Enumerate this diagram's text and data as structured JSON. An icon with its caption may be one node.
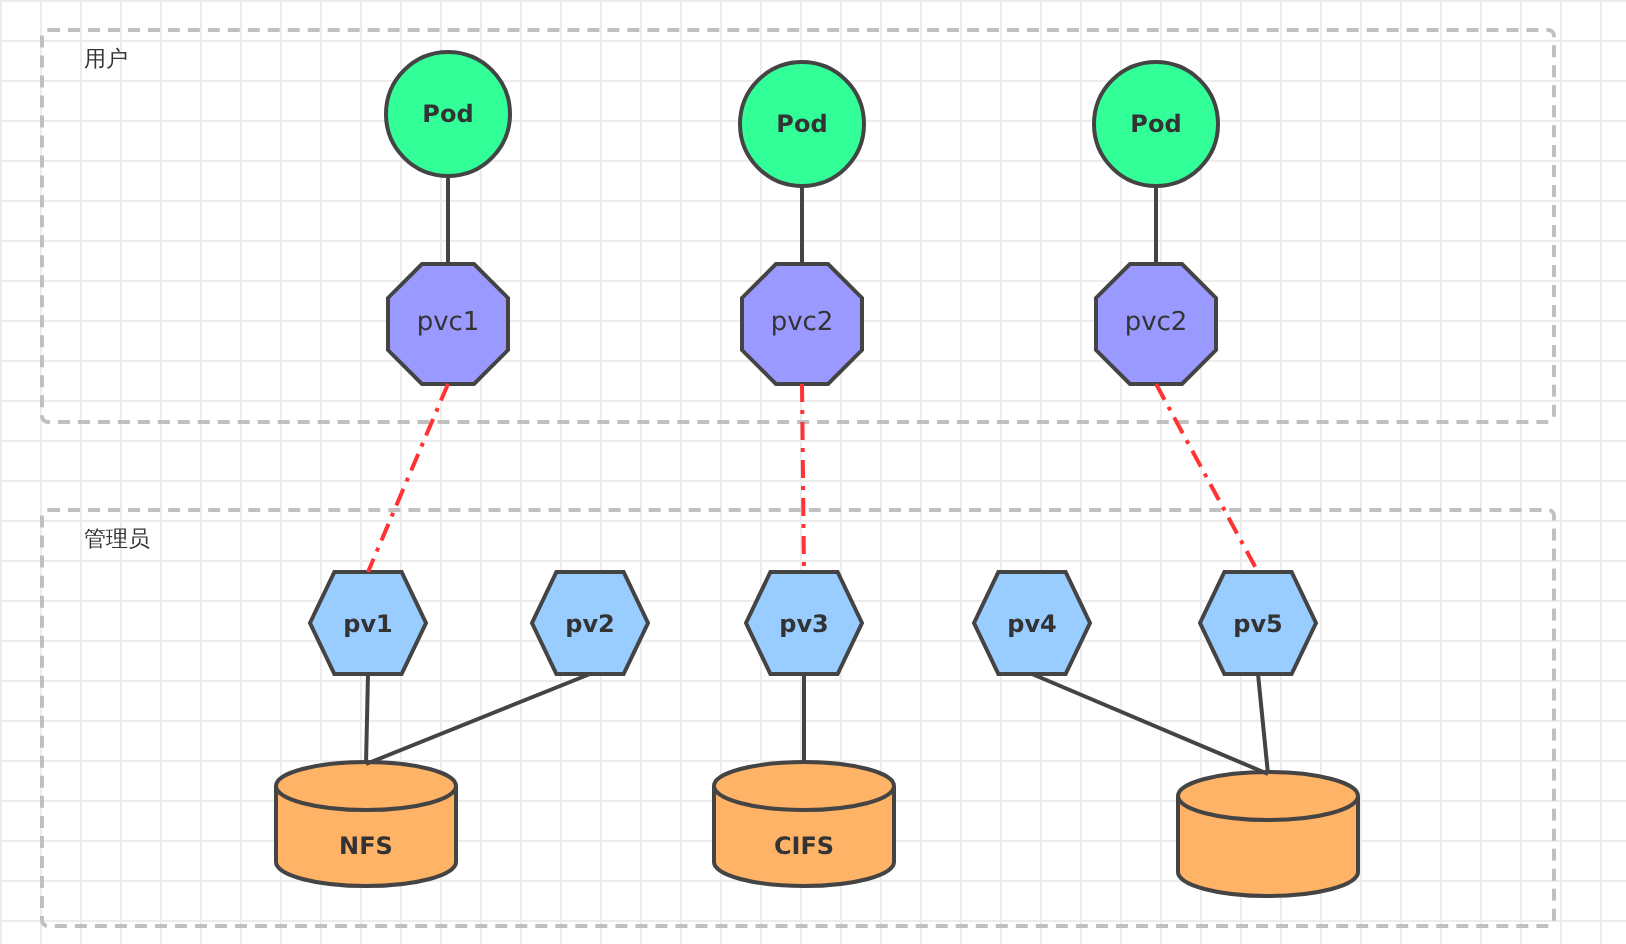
{
  "diagram": {
    "nodes": [
      {
        "text": [
          "用户"
        ]
      },
      {
        "text": [
          "Pod"
        ],
        "in": 0
      },
      {
        "text": [
          "pvc1"
        ],
        "in": 0
      },
      {
        "text": [
          "Pod"
        ],
        "in": 0
      },
      {
        "text": [
          "pvc2"
        ],
        "in": 0
      },
      {
        "text": [
          "Pod"
        ],
        "in": 0
      },
      {
        "text": [
          "pvc2"
        ],
        "in": 0
      },
      {
        "text": [
          "管理员"
        ]
      },
      {
        "text": [
          "pv1"
        ],
        "in": 7
      },
      {
        "text": [
          "pv2"
        ],
        "in": 7
      },
      {
        "text": [
          "pv3"
        ],
        "in": 7
      },
      {
        "text": [
          "pv4"
        ],
        "in": 7
      },
      {
        "text": [
          "pv5"
        ],
        "in": 7
      },
      {
        "text": [
          "NFS"
        ],
        "in": 7
      },
      {
        "text": [
          "CIFS"
        ],
        "in": 7
      },
      {
        "text": [],
        "shape": "cylinder",
        "in": 7
      }
    ],
    "edges": [
      {
        "from": 1,
        "to": 2,
        "arrow": "none"
      },
      {
        "from": 3,
        "to": 4,
        "arrow": "none"
      },
      {
        "from": 5,
        "to": 6,
        "arrow": "none"
      },
      {
        "from": 2,
        "to": 8,
        "arrow": "none",
        "style": "dashed",
        "color": "#ff3333"
      },
      {
        "from": 4,
        "to": 10,
        "arrow": "none",
        "style": "dashed",
        "color": "#ff3333"
      },
      {
        "from": 6,
        "to": 12,
        "arrow": "none",
        "style": "dashed",
        "color": "#ff3333"
      },
      {
        "from": 8,
        "to": 13,
        "arrow": "none"
      },
      {
        "from": 9,
        "to": 13,
        "arrow": "none"
      },
      {
        "from": 10,
        "to": 14,
        "arrow": "none"
      },
      {
        "from": 11,
        "to": 15,
        "arrow": "none"
      },
      {
        "from": 12,
        "to": 15,
        "arrow": "none"
      }
    ]
  }
}
